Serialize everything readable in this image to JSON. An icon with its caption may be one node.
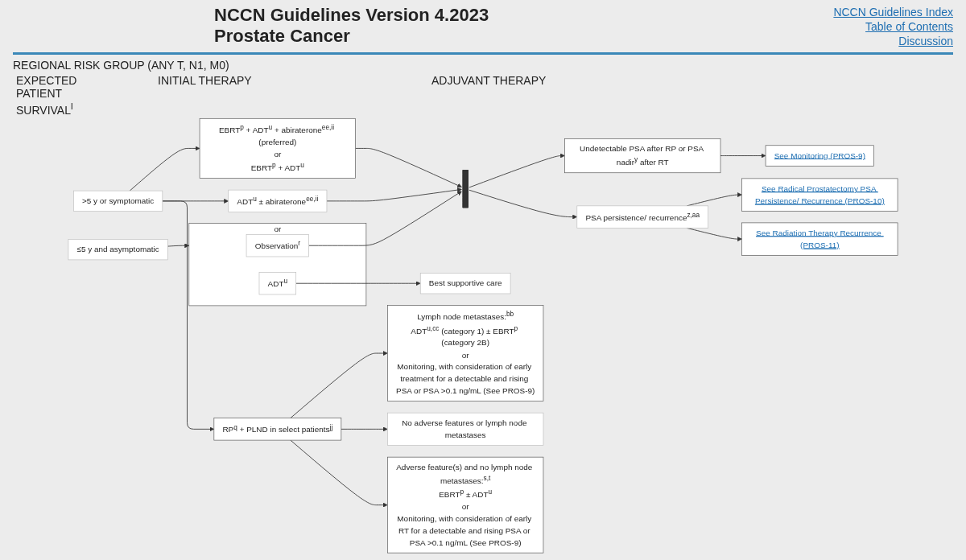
{
  "diagram": {
    "title": "NCCN Guidelines Version 4.2023 Prostate Cancer",
    "nodes": [
      {
        "text": [
          ">5 y or symptomatic"
        ]
      },
      {
        "text": [
          "EBRT$^{p}$ + ADT$^{u}$ + abiraterone$^{ee,ii}$ (preferred)",
          "or",
          "EBRT$^{p}$ + ADT$^{u}$"
        ]
      },
      {
        "text": [
          "ADT$^{u}$ ± abiraterone$^{ee,ii}$"
        ]
      },
      {
        "text": [
          "RP$^{q}$ + PLND in select patients$^{jj}$"
        ]
      },
      {
        "text": [
          "Adverse feature(s) and no lymph node metastases:$^{s,t}$",
          "EBRT$^{p}$ ± ADT$^{u}$",
          "or",
          "Monitoring, with consideration of early RT for a detectable and rising PSA or PSA >0.1 ng/mL (See PROS-9)"
        ]
      },
      {
        "text": [
          "No adverse features or lymph node metastases"
        ]
      },
      {
        "text": [
          "Lymph node metastases:$^{bb}$",
          "ADT$^{u,cc}$ (category 1) ± EBRT$^{p}$ (category 2B)",
          "or",
          "Monitoring, with consideration of early treatment for a detectable and rising PSA or PSA >0.1 ng/mL (See PROS-9)"
        ]
      },
      {
        "text": [
          "≤5 y and asymptomatic"
        ]
      },
      {
        "text": [
          "or"
        ]
      },
      {
        "text": [
          "Observation$^{r}$"
        ],
        "in": 8
      },
      {
        "text": [
          "ADT$^{u}$"
        ],
        "in": 8
      },
      {
        "text": [
          "Best supportive care"
        ]
      },
      {
        "text": [],
        "shape": "bar"
      },
      {
        "text": [
          "Undetectable PSA after RP or PSA nadir$^{y}$ after RT"
        ]
      },
      {
        "text": [
          "See Monitoring (PROS-9)"
        ]
      },
      {
        "text": [
          "PSA persistence/ recurrence$^{z,aa}$"
        ]
      },
      {
        "text": [
          "See Radical Prostatectomy PSA Persistence/ Recurrence (PROS-10)"
        ]
      },
      {
        "text": [
          "See Radiation Therapy Recurrence (PROS-11)"
        ]
      }
    ],
    "edges": [
      {
        "from": 0,
        "to": 1,
        "arrow": "to"
      },
      {
        "from": 0,
        "to": 2,
        "arrow": "to"
      },
      {
        "from": 0,
        "to": 3,
        "arrow": "to"
      },
      {
        "from": 3,
        "to": 4,
        "arrow": "to"
      },
      {
        "from": 3,
        "to": 5,
        "arrow": "to"
      },
      {
        "from": 3,
        "to": 6,
        "arrow": "to"
      },
      {
        "from": 7,
        "to": 8,
        "arrow": "to"
      },
      {
        "from": 1,
        "to": 12,
        "arrow": "to"
      },
      {
        "from": 2,
        "to": 12,
        "arrow": "to"
      },
      {
        "from": 9,
        "to": 12,
        "arrow": "to"
      },
      {
        "from": 10,
        "to": 11,
        "arrow": "to"
      },
      {
        "from": 12,
        "to": 13,
        "arrow": "to"
      },
      {
        "from": 12,
        "to": 15,
        "arrow": "to"
      },
      {
        "from": 13,
        "to": 14,
        "arrow": "to"
      },
      {
        "from": 15,
        "to": 16,
        "arrow": "to"
      },
      {
        "from": 15,
        "to": 17,
        "arrow": "to"
      }
    ],
    "labels": [
      "NCCN Guidelines Index",
      "Table of Contents",
      "Discussion",
      "REGIONAL RISK GROUP (ANY T, N1, M0)",
      "EXPECTED PATIENT SURVIVAL$^{l}$",
      "INITIAL THERAPY",
      "ADJUVANT THERAPY"
    ]
  }
}
